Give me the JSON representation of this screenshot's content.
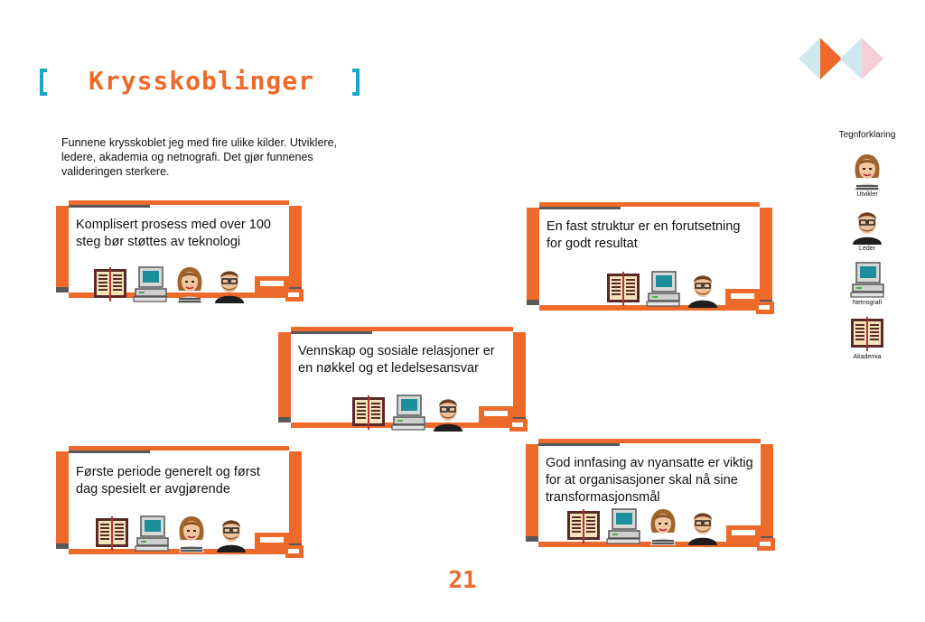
{
  "header": {
    "title": "Krysskoblinger"
  },
  "intro": {
    "text": "Funnene krysskoblet jeg med fire ulike kilder. Utviklere, ledere, akademia og netnografi. Det gjør funnenes valideringen sterkere."
  },
  "cards": [
    {
      "text": "Komplisert prosess med over 100 steg bør støttes av teknologi",
      "icons": [
        "book-icon",
        "computer-icon",
        "developer-avatar",
        "leader-avatar"
      ]
    },
    {
      "text": "En fast struktur er en forutsetning for godt resultat",
      "icons": [
        "book-icon",
        "computer-icon",
        "leader-avatar"
      ]
    },
    {
      "text": "Vennskap og sosiale relasjoner er en nøkkel og et ledelsesansvar",
      "icons": [
        "book-icon",
        "computer-icon",
        "leader-avatar"
      ]
    },
    {
      "text": "Første periode generelt og først dag spesielt er avgjørende",
      "icons": [
        "book-icon",
        "computer-icon",
        "developer-avatar",
        "leader-avatar"
      ]
    },
    {
      "text": "God innfasing av nyansatte er viktig for at organisasjoner skal nå sine transformasjonsmål",
      "icons": [
        "book-icon",
        "computer-icon",
        "developer-avatar",
        "leader-avatar"
      ]
    }
  ],
  "legend": {
    "title": "Tegnforklaring",
    "items": [
      {
        "icon": "developer-avatar",
        "label": "Utvikler"
      },
      {
        "icon": "leader-avatar",
        "label": "Leder"
      },
      {
        "icon": "computer-icon",
        "label": "Netnografi"
      },
      {
        "icon": "book-icon",
        "label": "Akademia"
      }
    ]
  },
  "page": {
    "number": "21"
  },
  "colors": {
    "accent": "#ee6a2a",
    "bracket": "#19a7c8",
    "dark": "#58595b"
  }
}
